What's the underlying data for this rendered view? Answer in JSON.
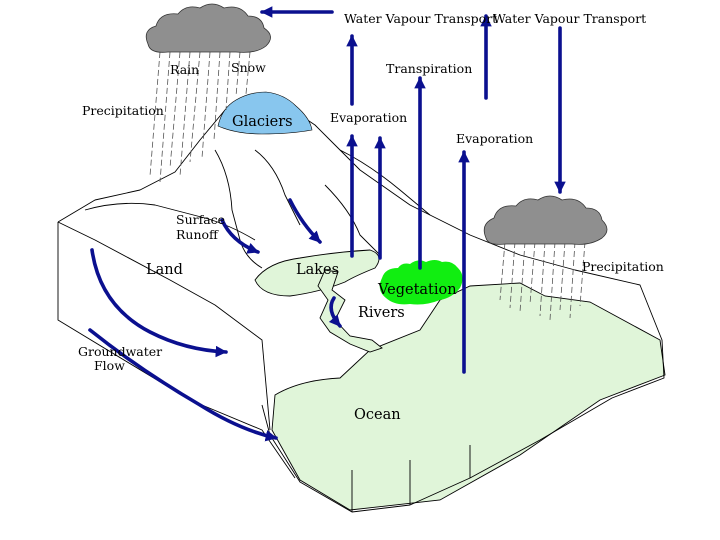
{
  "colors": {
    "arrow": "#0b108f",
    "cloud": "#8f8f8f",
    "glacier": "#88c6ee",
    "water": "#e0f5d9",
    "vegetation": "#11ee11"
  },
  "icons": [
    "cloud-icon",
    "rain-icon",
    "arrow-icon"
  ],
  "labels": {
    "wv_transport_left": "Water Vapour Transport",
    "wv_transport_right": "Water Vapour Transport",
    "rain": "Rain",
    "snow": "Snow",
    "transpiration": "Transpiration",
    "precipitation_left": "Precipitation",
    "glaciers": "Glaciers",
    "evaporation_land": "Evaporation",
    "evaporation_ocean": "Evaporation",
    "surface_runoff_1": "Surface",
    "surface_runoff_2": "Runoff",
    "land": "Land",
    "lakes": "Lakes",
    "precipitation_right": "Precipitation",
    "vegetation": "Vegetation",
    "rivers": "Rivers",
    "groundwater_1": "Groundwater",
    "groundwater_2": "Flow",
    "ocean": "Ocean"
  }
}
